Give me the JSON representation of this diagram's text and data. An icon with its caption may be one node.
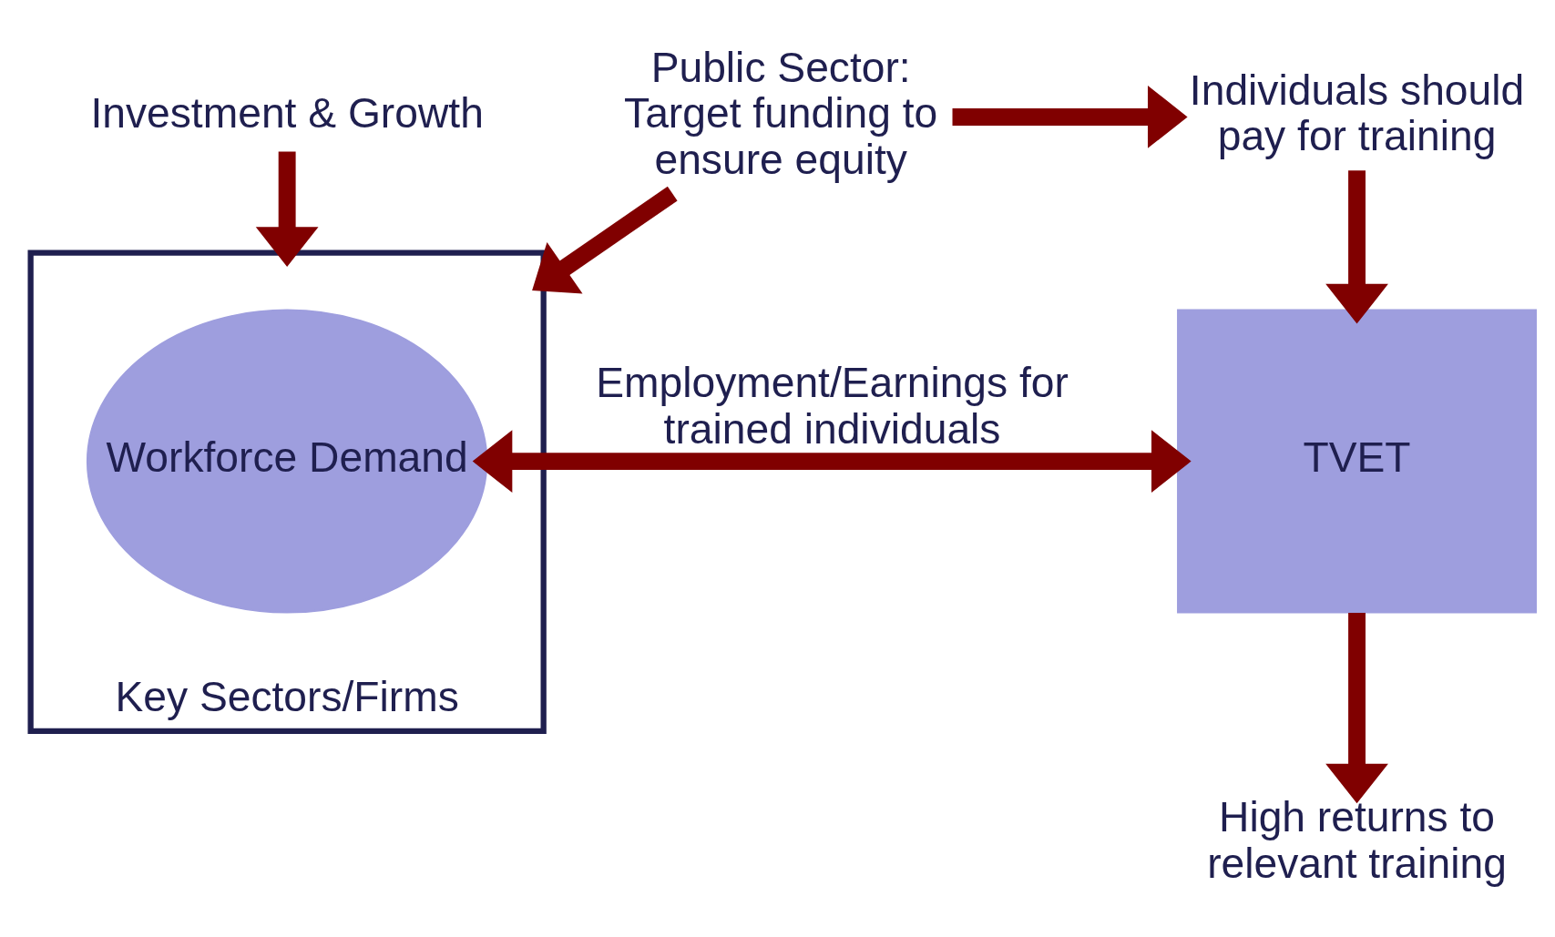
{
  "diagram": {
    "nodes": [
      {
        "text": [
          "Investment & Growth"
        ]
      },
      {
        "text": [
          "Individuals should pay for training"
        ]
      },
      {
        "text": [
          "Public Sector: Target funding to ensure equity"
        ]
      },
      {
        "text": [
          "Key Sectors/Firms"
        ]
      },
      {
        "text": [
          "TVET"
        ]
      },
      {
        "text": [
          "Workforce Demand"
        ],
        "in": 3
      },
      {
        "text": [
          "High returns to relevant training"
        ]
      }
    ],
    "edges": [
      {
        "from": 0,
        "to": 3,
        "arrow": "to"
      },
      {
        "from": 1,
        "to": 4,
        "arrow": "to"
      },
      {
        "from": 2,
        "to": 1,
        "arrow": "to"
      },
      {
        "from": 2,
        "to": 3,
        "arrow": "to"
      },
      {
        "from": 4,
        "to": 5,
        "arrow": "both",
        "label": "Employment/Earnings for trained individuals"
      },
      {
        "from": 4,
        "to": 6,
        "arrow": "to"
      }
    ]
  }
}
